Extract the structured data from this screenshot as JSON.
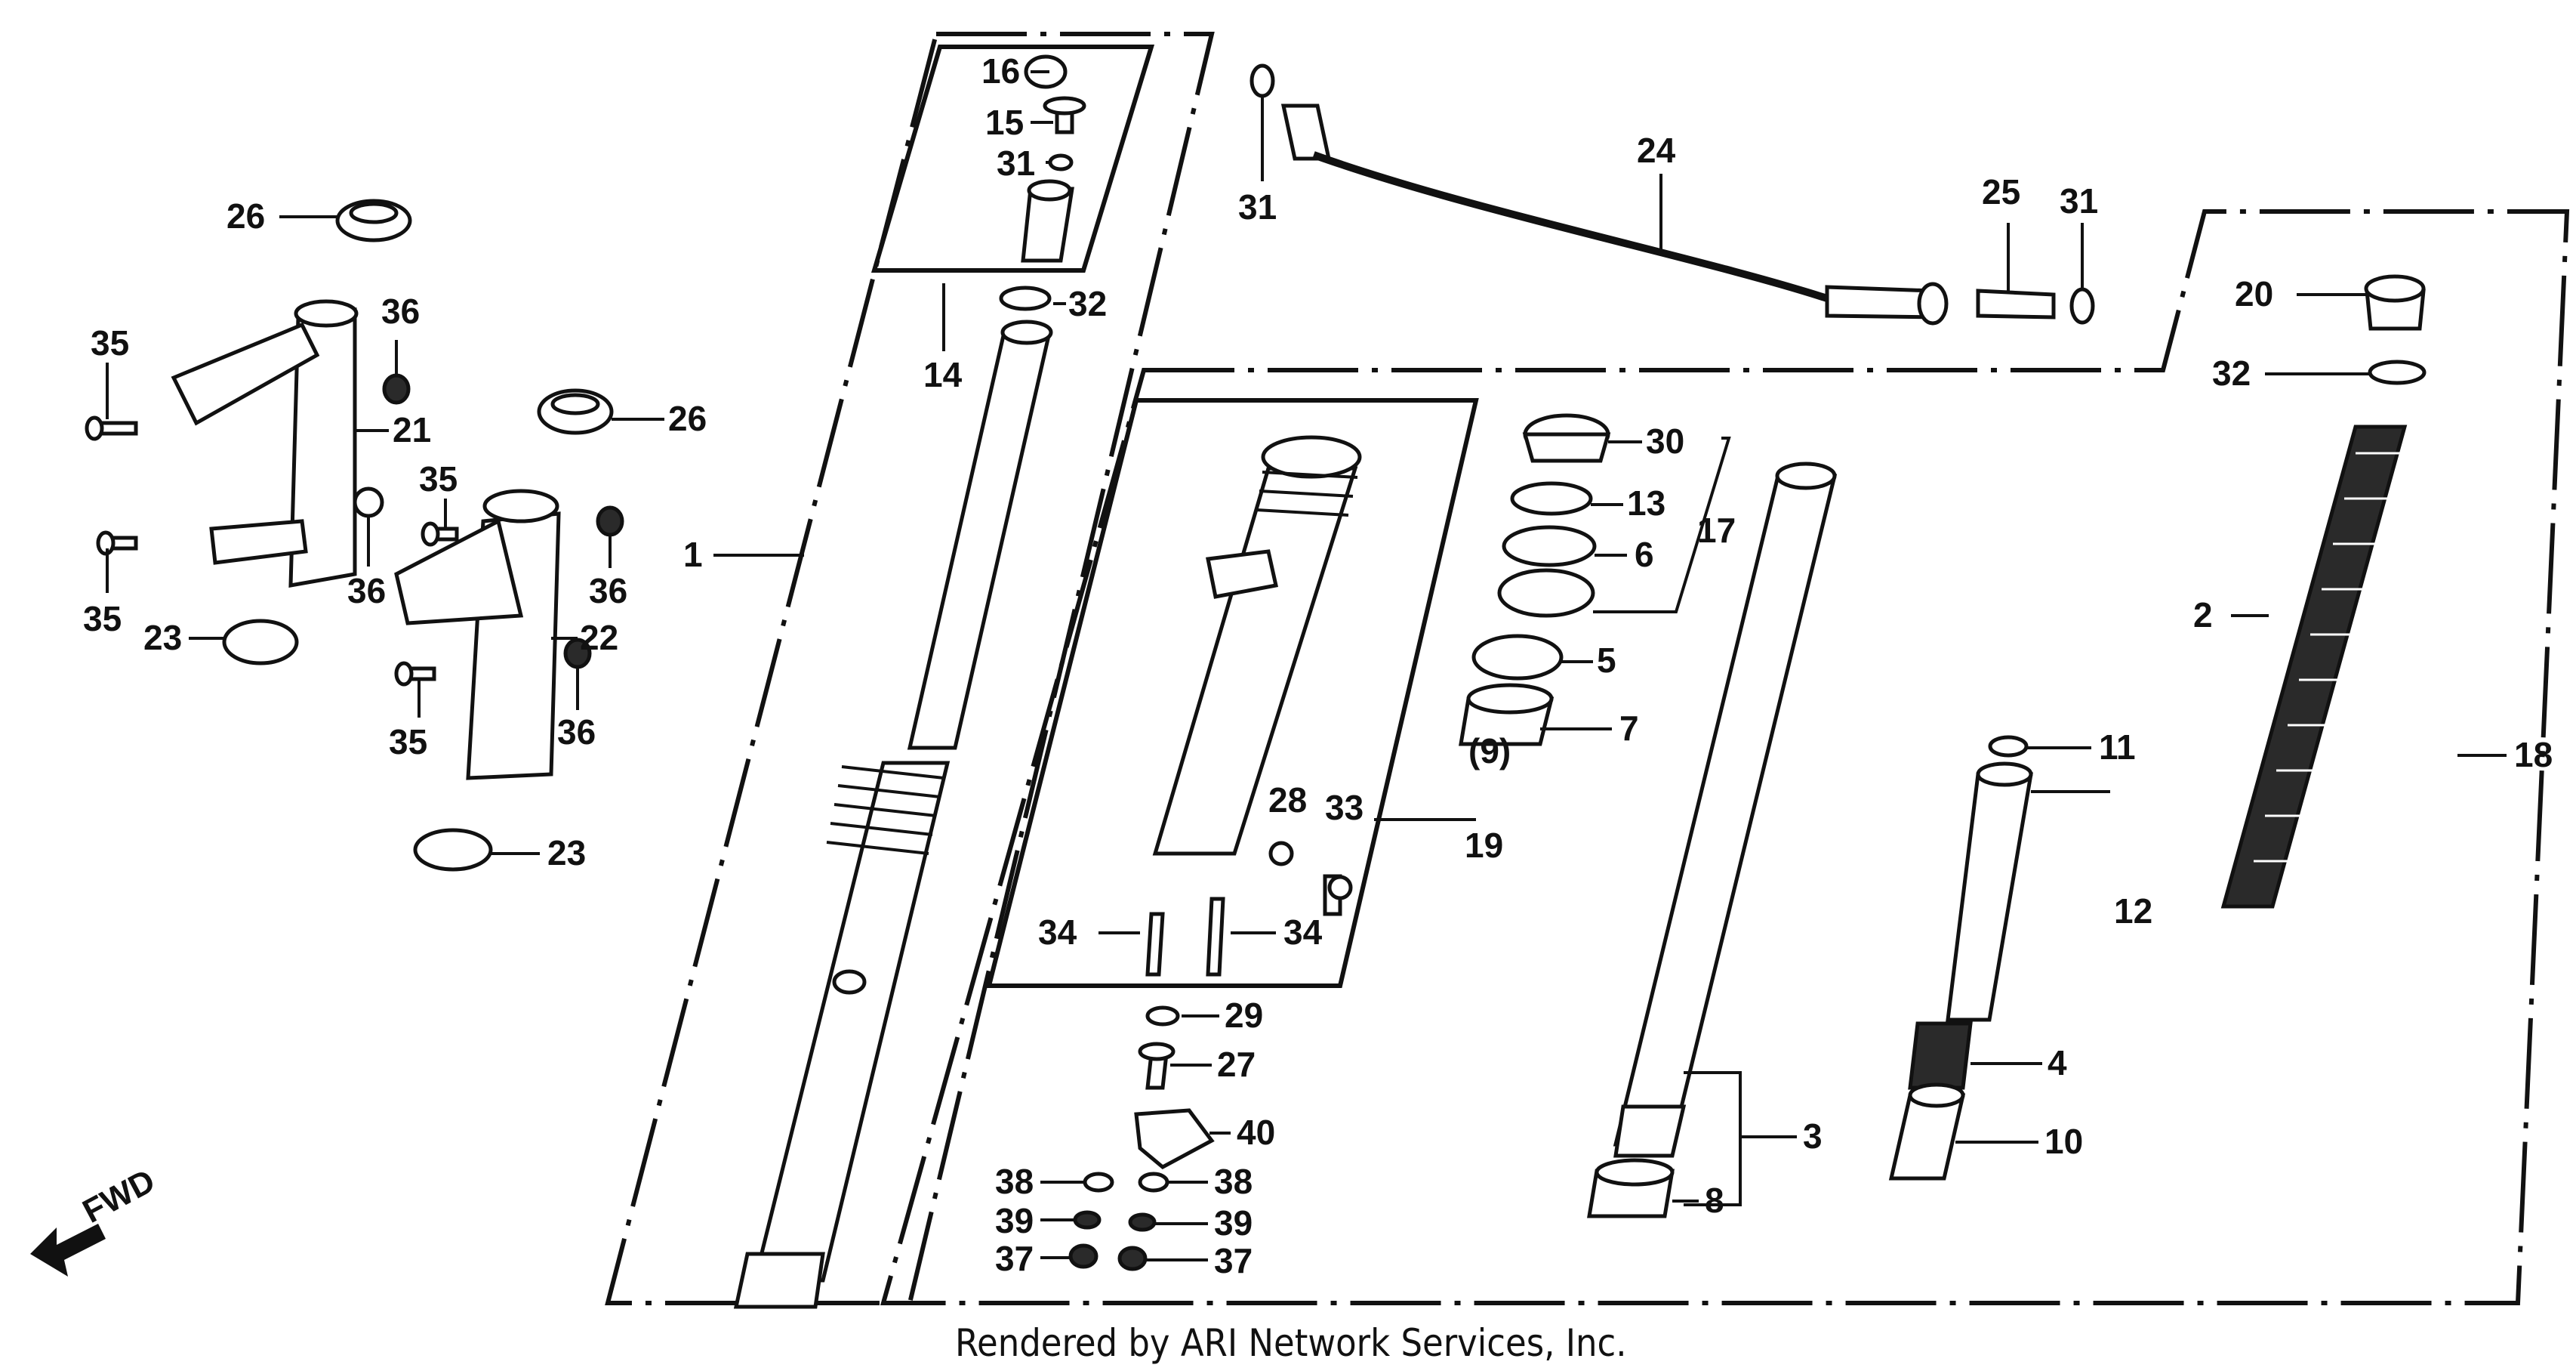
{
  "credit": "Rendered by ARI Network Services, Inc.",
  "fwd_label": "FWD",
  "callouts": [
    {
      "id": "c16",
      "text": "16"
    },
    {
      "id": "c15",
      "text": "15"
    },
    {
      "id": "c31a",
      "text": "31"
    },
    {
      "id": "c32a",
      "text": "32"
    },
    {
      "id": "c14",
      "text": "14"
    },
    {
      "id": "c31b",
      "text": "31"
    },
    {
      "id": "c24",
      "text": "24"
    },
    {
      "id": "c25",
      "text": "25"
    },
    {
      "id": "c31c",
      "text": "31"
    },
    {
      "id": "c20",
      "text": "20"
    },
    {
      "id": "c32b",
      "text": "32"
    },
    {
      "id": "c26a",
      "text": "26"
    },
    {
      "id": "c26b",
      "text": "26"
    },
    {
      "id": "c36a",
      "text": "36"
    },
    {
      "id": "c35a",
      "text": "35"
    },
    {
      "id": "c21",
      "text": "21"
    },
    {
      "id": "c35b",
      "text": "35"
    },
    {
      "id": "c36b",
      "text": "36"
    },
    {
      "id": "c36c",
      "text": "36"
    },
    {
      "id": "c35c",
      "text": "35"
    },
    {
      "id": "c23a",
      "text": "23"
    },
    {
      "id": "c22",
      "text": "22"
    },
    {
      "id": "c36d",
      "text": "36"
    },
    {
      "id": "c35d",
      "text": "35"
    },
    {
      "id": "c23b",
      "text": "23"
    },
    {
      "id": "c1",
      "text": "1"
    },
    {
      "id": "c30",
      "text": "30"
    },
    {
      "id": "c13",
      "text": "13"
    },
    {
      "id": "c17",
      "text": "17"
    },
    {
      "id": "c6",
      "text": "6"
    },
    {
      "id": "c5",
      "text": "5"
    },
    {
      "id": "c7",
      "text": "7"
    },
    {
      "id": "c2",
      "text": "2"
    },
    {
      "id": "c18",
      "text": "18"
    },
    {
      "id": "c28",
      "text": "28"
    },
    {
      "id": "c33",
      "text": "33"
    },
    {
      "id": "c9",
      "text": "(9)"
    },
    {
      "id": "c19",
      "text": "19"
    },
    {
      "id": "c11",
      "text": "11"
    },
    {
      "id": "c12",
      "text": "12"
    },
    {
      "id": "c34a",
      "text": "34"
    },
    {
      "id": "c34b",
      "text": "34"
    },
    {
      "id": "c29",
      "text": "29"
    },
    {
      "id": "c27",
      "text": "27"
    },
    {
      "id": "c4",
      "text": "4"
    },
    {
      "id": "c3",
      "text": "3"
    },
    {
      "id": "c40",
      "text": "40"
    },
    {
      "id": "c10",
      "text": "10"
    },
    {
      "id": "c38a",
      "text": "38"
    },
    {
      "id": "c38b",
      "text": "38"
    },
    {
      "id": "c8",
      "text": "8"
    },
    {
      "id": "c39a",
      "text": "39"
    },
    {
      "id": "c39b",
      "text": "39"
    },
    {
      "id": "c37a",
      "text": "37"
    },
    {
      "id": "c37b",
      "text": "37"
    }
  ]
}
